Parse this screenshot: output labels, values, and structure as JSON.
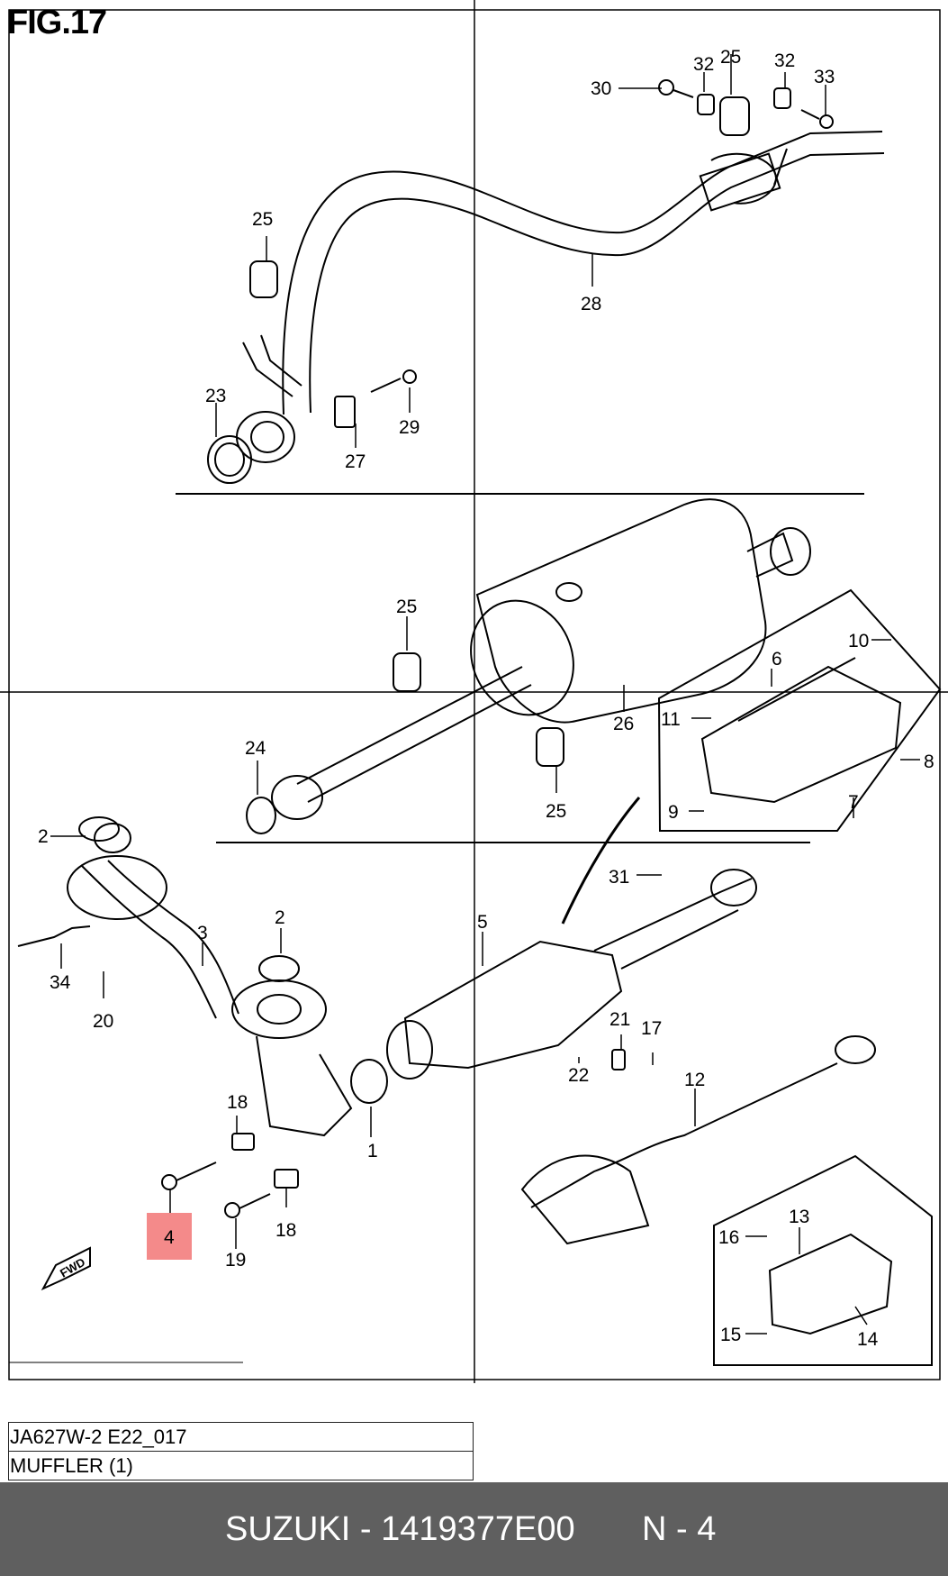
{
  "figure": {
    "label": "FIG.17"
  },
  "callouts": [
    {
      "id": "c25a",
      "text": "25"
    },
    {
      "id": "c32a",
      "text": "32"
    },
    {
      "id": "c32b",
      "text": "32"
    },
    {
      "id": "c33",
      "text": "33"
    },
    {
      "id": "c30",
      "text": "30"
    },
    {
      "id": "c28",
      "text": "28"
    },
    {
      "id": "c25b",
      "text": "25"
    },
    {
      "id": "c23",
      "text": "23"
    },
    {
      "id": "c29",
      "text": "29"
    },
    {
      "id": "c27",
      "text": "27"
    },
    {
      "id": "c25c",
      "text": "25"
    },
    {
      "id": "c26",
      "text": "26"
    },
    {
      "id": "c25d",
      "text": "25"
    },
    {
      "id": "c24",
      "text": "24"
    },
    {
      "id": "c10",
      "text": "10"
    },
    {
      "id": "c6",
      "text": "6"
    },
    {
      "id": "c11",
      "text": "11"
    },
    {
      "id": "c8",
      "text": "8"
    },
    {
      "id": "c7",
      "text": "7"
    },
    {
      "id": "c9",
      "text": "9"
    },
    {
      "id": "c2a",
      "text": "2"
    },
    {
      "id": "c34",
      "text": "34"
    },
    {
      "id": "c20",
      "text": "20"
    },
    {
      "id": "c3",
      "text": "3"
    },
    {
      "id": "c2b",
      "text": "2"
    },
    {
      "id": "c5",
      "text": "5"
    },
    {
      "id": "c31",
      "text": "31"
    },
    {
      "id": "c21",
      "text": "21"
    },
    {
      "id": "c17",
      "text": "17"
    },
    {
      "id": "c22",
      "text": "22"
    },
    {
      "id": "c12",
      "text": "12"
    },
    {
      "id": "c1",
      "text": "1"
    },
    {
      "id": "c18a",
      "text": "18"
    },
    {
      "id": "c18b",
      "text": "18"
    },
    {
      "id": "c4",
      "text": "4"
    },
    {
      "id": "c19",
      "text": "19"
    },
    {
      "id": "c16",
      "text": "16"
    },
    {
      "id": "c13",
      "text": "13"
    },
    {
      "id": "c15",
      "text": "15"
    },
    {
      "id": "c14",
      "text": "14"
    }
  ],
  "highlight": {
    "part": "4",
    "color": "#f48a8a"
  },
  "fwd_label": "FWD",
  "info_table": {
    "code": "JA627W-2 E22_017",
    "name": "MUFFLER (1)"
  },
  "footer": {
    "brand_part": "SUZUKI - 1419377E00",
    "page": "N - 4",
    "bg_color": "#5f5f5f"
  }
}
